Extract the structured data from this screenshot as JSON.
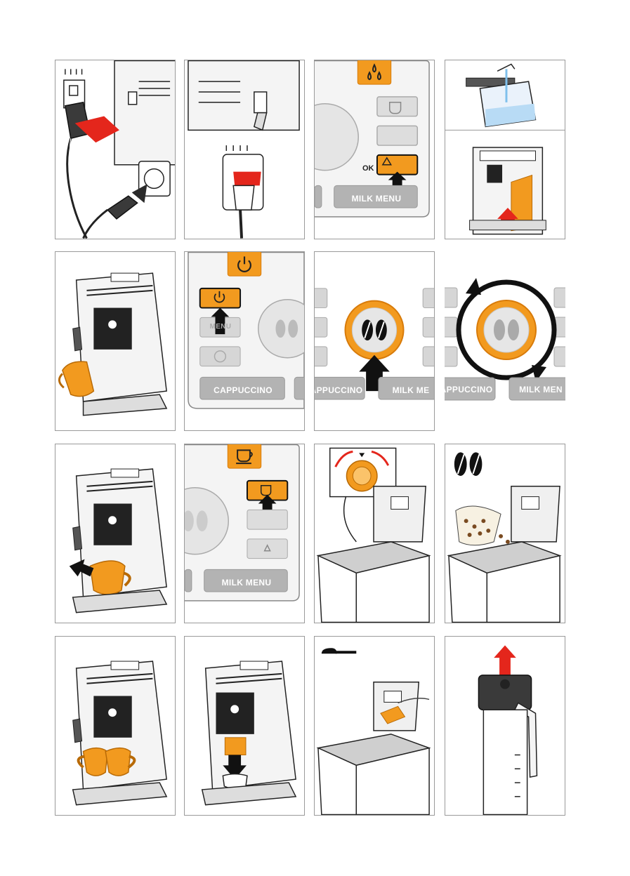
{
  "labels": {
    "milk_menu": "MILK MENU",
    "milk_me": "MILK ME",
    "milk_men": "MILK MEN",
    "cappuccino": "CAPPUCCINO",
    "appuccino": "APPUCCINO",
    "menu": "MENU",
    "ok": "OK"
  },
  "colors": {
    "orange": "#f29a1f",
    "orange_dark": "#d87b0a",
    "red": "#e4261c",
    "grey": "#a9a9a9",
    "black": "#1a1a1a"
  },
  "icons": [
    "power-plug-icon",
    "water-drops-icon",
    "power-icon",
    "coffee-beans-icon",
    "cup-icon",
    "measuring-spoon-icon",
    "arrow-icon"
  ]
}
